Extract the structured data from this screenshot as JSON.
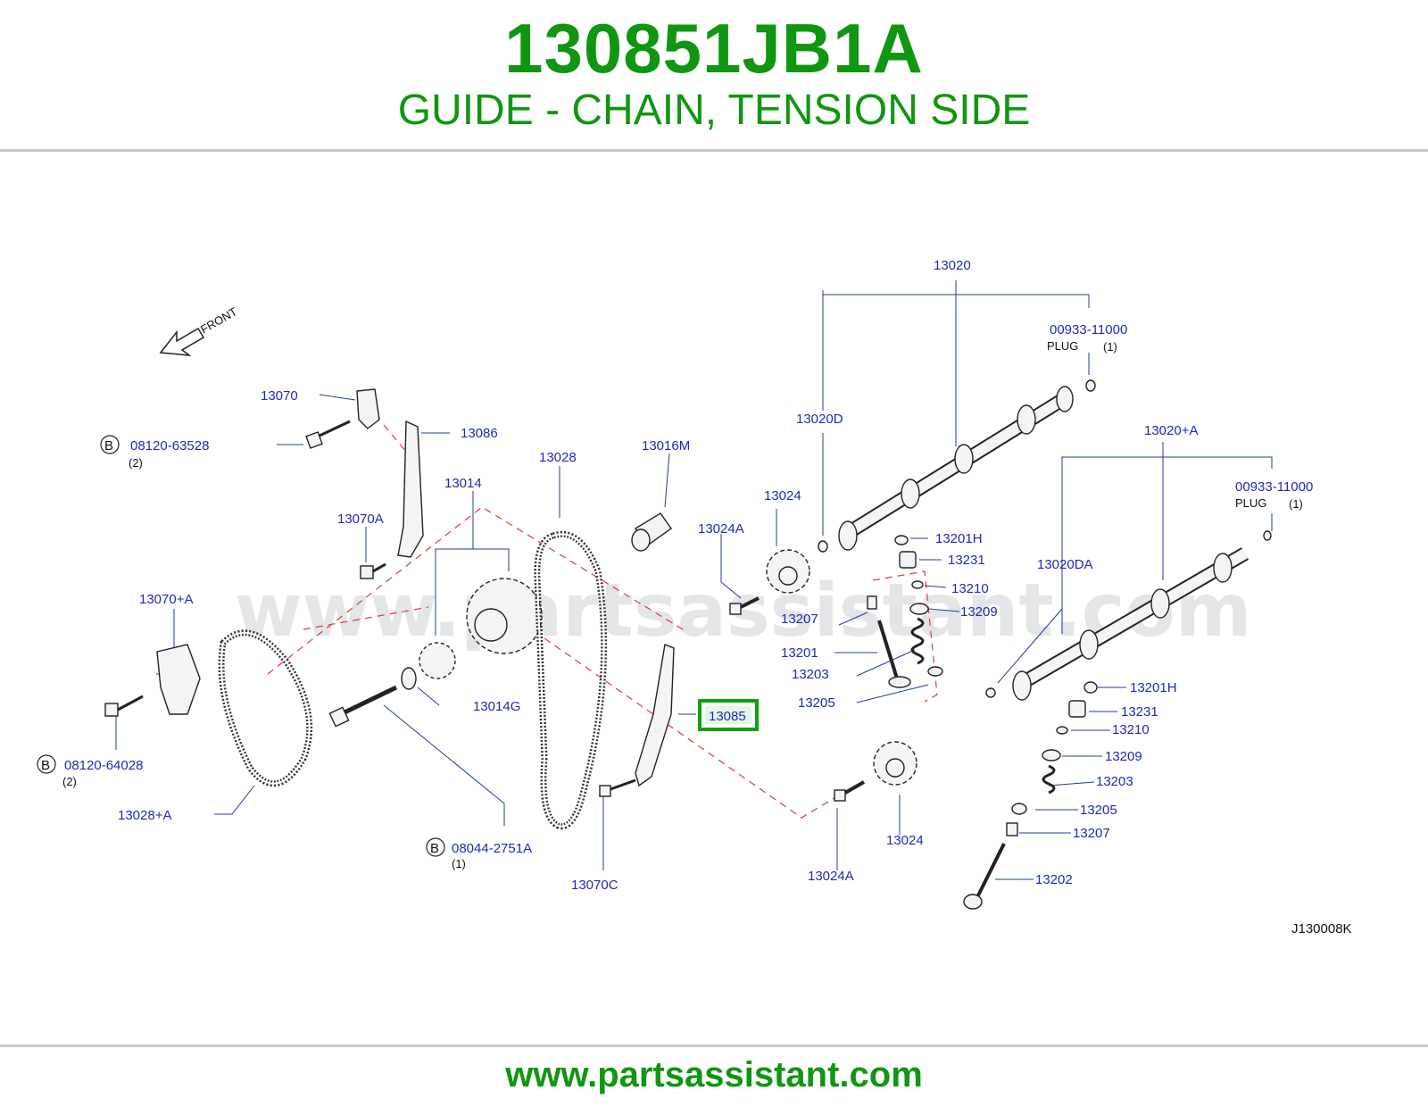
{
  "header": {
    "part_number": "130851JB1A",
    "description": "GUIDE - CHAIN, TENSION SIDE"
  },
  "footer": {
    "url": "www.partsassistant.com"
  },
  "diagram": {
    "watermark": "www.partsassistant.com",
    "front_label": "FRONT",
    "figure_code": "J130008K",
    "highlighted_part": "13085",
    "highlight_color": "#11a011",
    "label_color": "#1f29b8",
    "b_marker": "B",
    "callouts": {
      "p13070": "13070",
      "p08120_63528": "08120-63528",
      "q2a": "(2)",
      "p13086": "13086",
      "p13028": "13028",
      "p13016M": "13016M",
      "p13014": "13014",
      "p13070A": "13070A",
      "p13070pA": "13070+A",
      "p13014G": "13014G",
      "p08120_64028": "08120-64028",
      "q2b": "(2)",
      "p13028pA": "13028+A",
      "p08044_2751A": "08044-2751A",
      "q1a": "(1)",
      "p13070C": "13070C",
      "p13024A_top": "13024A",
      "p13024_top": "13024",
      "p13020": "13020",
      "p00933_top": "00933-11000",
      "plug_top": "PLUG",
      "q1b": "(1)",
      "p13020D": "13020D",
      "p13201H_a": "13201H",
      "p13231_a": "13231",
      "p13210_a": "13210",
      "p13209_a": "13209",
      "p13207_a": "13207",
      "p13201": "13201",
      "p13203_a": "13203",
      "p13205_a": "13205",
      "p13085": "13085",
      "p13020pA": "13020+A",
      "p00933_bot": "00933-11000",
      "plug_bot": "PLUG",
      "q1c": "(1)",
      "p13020DA": "13020DA",
      "p13201H_b": "13201H",
      "p13231_b": "13231",
      "p13210_b": "13210",
      "p13209_b": "13209",
      "p13203_b": "13203",
      "p13205_b": "13205",
      "p13207_b": "13207",
      "p13202": "13202",
      "p13024_bot": "13024",
      "p13024A_bot": "13024A"
    }
  }
}
